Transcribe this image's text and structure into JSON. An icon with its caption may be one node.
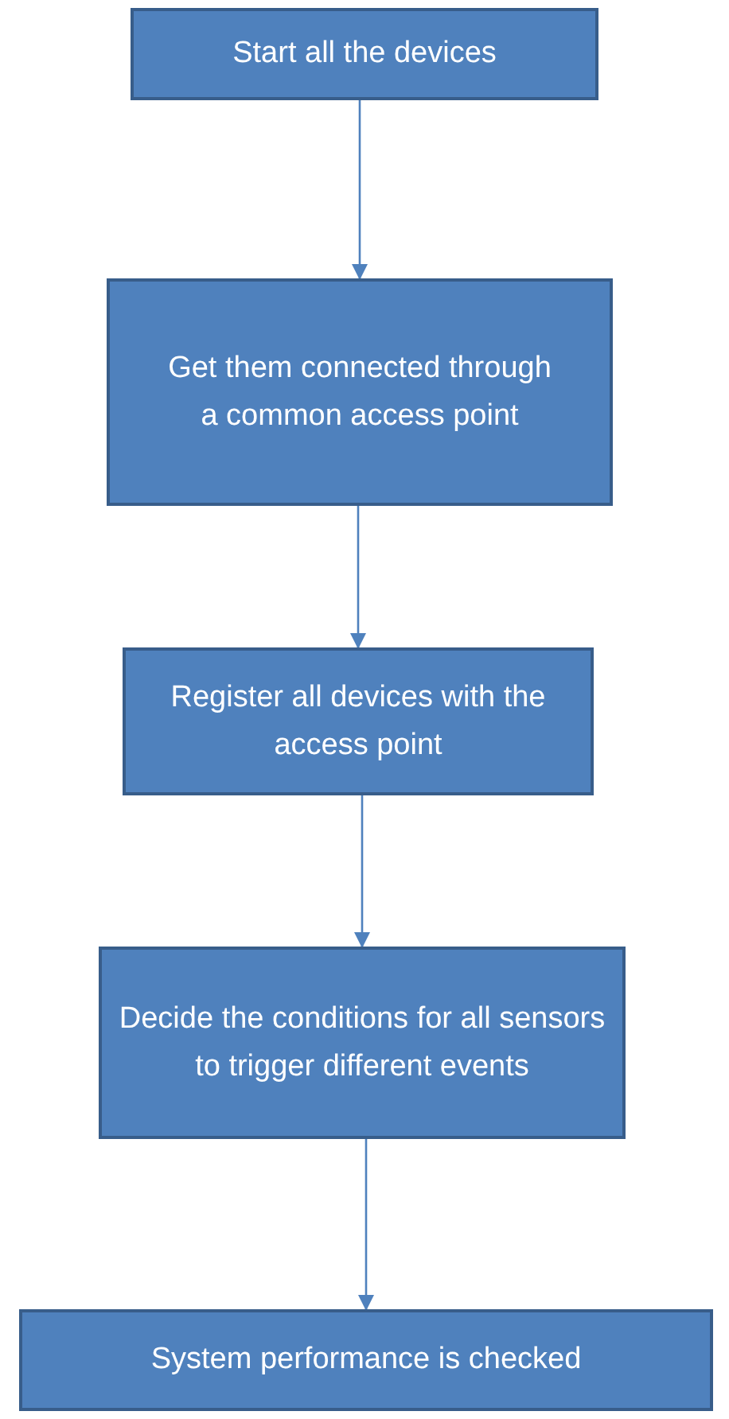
{
  "diagram": {
    "nodes": [
      {
        "text": [
          "Start all the devices"
        ]
      },
      {
        "text": [
          "Get them connected through a common access point"
        ]
      },
      {
        "text": [
          "Register all devices with the access point"
        ]
      },
      {
        "text": [
          "Decide the conditions for all sensors to trigger different events"
        ]
      },
      {
        "text": [
          "System performance is checked"
        ]
      }
    ],
    "edges": [
      {
        "from": 0,
        "to": 1,
        "arrow": "to"
      },
      {
        "from": 1,
        "to": 2,
        "arrow": "to"
      },
      {
        "from": 2,
        "to": 3,
        "arrow": "to"
      },
      {
        "from": 3,
        "to": 4,
        "arrow": "to"
      }
    ]
  }
}
